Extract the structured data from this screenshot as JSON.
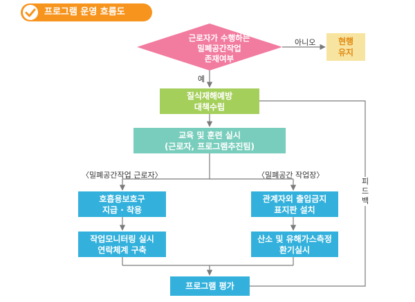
{
  "title": "프로그램 운영 흐름도",
  "decision": {
    "lines": [
      "근로자가 수행하는",
      "밀폐공간작업",
      "존재여부"
    ],
    "no_label": "아니오",
    "yes_label": "예"
  },
  "maintain_box": {
    "lines": [
      "현행",
      "유지"
    ]
  },
  "plan_box": {
    "lines": [
      "질식재해예방",
      "대책수립"
    ]
  },
  "training_box": {
    "lines": [
      "교육 및 훈련 실시",
      "(근로자, 프로그램추진팀)"
    ]
  },
  "left_branch": {
    "label": "〈밀폐공간작업 근로자〉",
    "box1": {
      "lines": [
        "호흡용보호구",
        "지급 · 착용"
      ]
    },
    "box2": {
      "lines": [
        "작업모니터링 실시",
        "연락체계 구축"
      ]
    }
  },
  "right_branch": {
    "label": "〈밀폐공간 작업장〉",
    "box1": {
      "lines": [
        "관계자외 출입금지",
        "표지판 설치"
      ]
    },
    "box2": {
      "lines": [
        "산소 및 유해가스측정",
        "환기실시"
      ]
    }
  },
  "evaluation_box": {
    "label": "프로그램 평가"
  },
  "feedback": {
    "chars": [
      "피",
      "드",
      "백"
    ]
  },
  "colors": {
    "title_bg": "#f7941d",
    "decision_bg": "#f27ba0",
    "maintain_bg": "#f7e4a1",
    "plan_bg": "#a5cf5b",
    "training_bg": "#78cdbc",
    "action_bg": "#33b1dc",
    "line": "#7a7a7a"
  }
}
